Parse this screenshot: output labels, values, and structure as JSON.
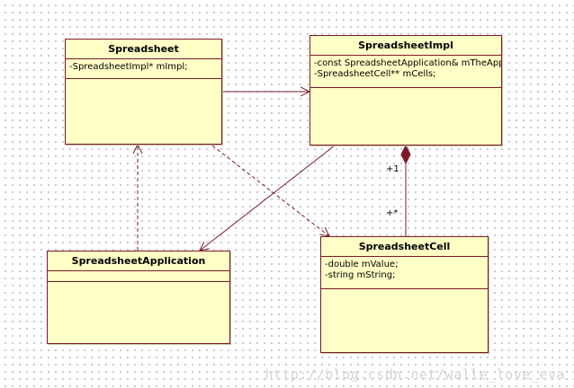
{
  "classes": {
    "spreadsheet": {
      "name": "Spreadsheet",
      "attributes": [
        "-SpreadsheetImpl* mImpl;"
      ]
    },
    "spreadsheet_impl": {
      "name": "SpreadsheetImpl",
      "attributes": [
        "-const SpreadsheetApplication& mTheApp;",
        "-SpreadsheetCell** mCells;"
      ]
    },
    "spreadsheet_application": {
      "name": "SpreadsheetApplication",
      "attributes": []
    },
    "spreadsheet_cell": {
      "name": "SpreadsheetCell",
      "attributes": [
        "-double mValue;",
        "-string mString;"
      ]
    }
  },
  "multiplicities": {
    "impl_end": "+1",
    "cell_end": "+*"
  },
  "watermark": "http://blog.csdn.net/walle_love_eva",
  "colors": {
    "class_fill": "#ffffc6",
    "class_border": "#7a1a2a",
    "connector": "#7a1a2a"
  }
}
